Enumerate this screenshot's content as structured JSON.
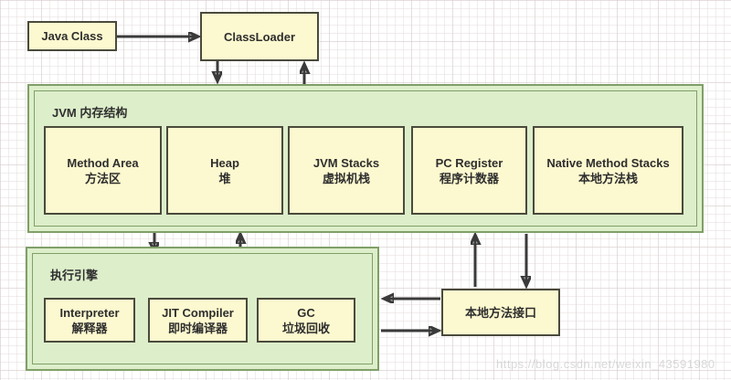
{
  "nodes": {
    "java_class": "Java Class",
    "class_loader": "ClassLoader",
    "native_interface": "本地方法接口"
  },
  "memory": {
    "title": "JVM 内存结构",
    "areas": [
      {
        "en": "Method Area",
        "zh": "方法区"
      },
      {
        "en": "Heap",
        "zh": "堆"
      },
      {
        "en": "JVM Stacks",
        "zh": "虚拟机栈"
      },
      {
        "en": "PC Register",
        "zh": "程序计数器"
      },
      {
        "en": "Native Method Stacks",
        "zh": "本地方法栈"
      }
    ]
  },
  "engine": {
    "title": "执行引擎",
    "components": [
      {
        "en": "Interpreter",
        "zh": "解释器"
      },
      {
        "en": "JIT Compiler",
        "zh": "即时编译器"
      },
      {
        "en": "GC",
        "zh": "垃圾回收"
      }
    ]
  },
  "watermark": "https://blog.csdn.net/weixin_43591980",
  "colors": {
    "node_fill": "#fcf8cf",
    "node_border": "#4a4a3c",
    "container_fill": "#ddeeca",
    "container_border": "#7f9f68",
    "arrow": "#3a3a3a"
  }
}
